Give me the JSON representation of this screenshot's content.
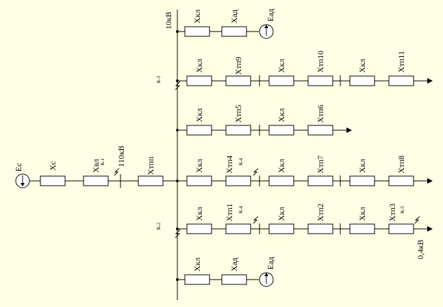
{
  "source": {
    "label": "Ec"
  },
  "main_chain": [
    "Xc",
    "Xвл",
    "Xтпп"
  ],
  "bus_labels": {
    "high_side": "110кВ",
    "bus_10": "10кВ",
    "bus_04": "0,4кВ"
  },
  "motor_label": "Eад",
  "branch_top": [
    "Xкл",
    "Xад"
  ],
  "branch_1": [
    "Xкл",
    "Xтп9",
    "Xкл",
    "Xтп10",
    "Xкл",
    "Xтп11"
  ],
  "branch_2": [
    "Xкл",
    "Xтп5",
    "Xкл",
    "Xтп6"
  ],
  "branch_3": [
    "Xкл",
    "Xтп4",
    "Xкл",
    "Xтп7",
    "Xкл",
    "Xтп8"
  ],
  "branch_4": [
    "Xкл",
    "Xтп1",
    "Xкл",
    "Xтп2",
    "Xкл",
    "Xтп3"
  ],
  "branch_bottom": [
    "Xкл",
    "Xад"
  ],
  "fault_points": [
    "К-1",
    "К-2",
    "К-3",
    "К-4",
    "К-4",
    "К-5"
  ]
}
